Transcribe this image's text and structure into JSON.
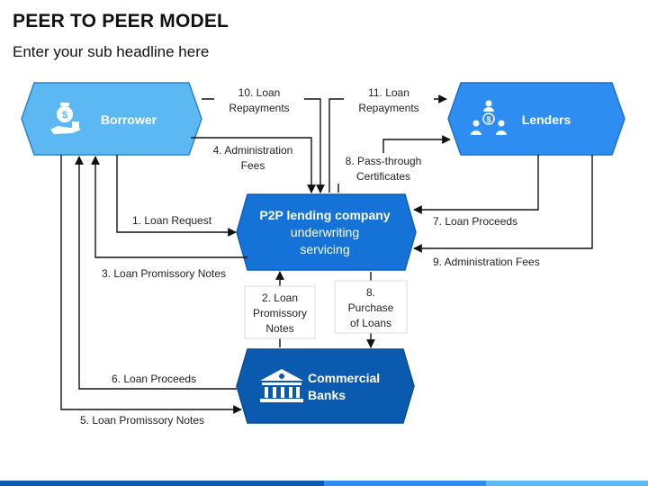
{
  "header": {
    "title": "PEER TO PEER MODEL",
    "subtitle": "Enter your sub headline here"
  },
  "nodes": {
    "borrower": "Borrower",
    "lenders": "Lenders",
    "p2p_line1": "P2P lending company",
    "p2p_line2": "underwriting",
    "p2p_line3": "servicing",
    "banks_line1": "Commercial",
    "banks_line2": "Banks"
  },
  "edges": {
    "e1": "1. Loan Request",
    "e2_l1": "2. Loan",
    "e2_l2": "Promissory",
    "e2_l3": "Notes",
    "e3": "3. Loan Promissory Notes",
    "e4_l1": "4. Administration",
    "e4_l2": "Fees",
    "e5": "5. Loan Promissory Notes",
    "e6": "6. Loan Proceeds",
    "e7": "7. Loan Proceeds",
    "e8_l1": "8.",
    "e8_l2": "Purchase",
    "e8_l3": "of Loans",
    "e8b_l1": "8. Pass-through",
    "e8b_l2": "Certificates",
    "e9": "9. Administration Fees",
    "e10_l1": "10. Loan",
    "e10_l2": "Repayments",
    "e11_l1": "11. Loan",
    "e11_l2": "Repayments"
  },
  "icons": {
    "borrower": "money-bag-hand-icon",
    "lenders": "people-network-icon",
    "banks": "bank-building-icon"
  },
  "colors": {
    "borrower": "#5cb8f2",
    "lenders": "#2e8df0",
    "p2p": "#1573d8",
    "banks": "#0a5bb0",
    "line": "#111111"
  }
}
